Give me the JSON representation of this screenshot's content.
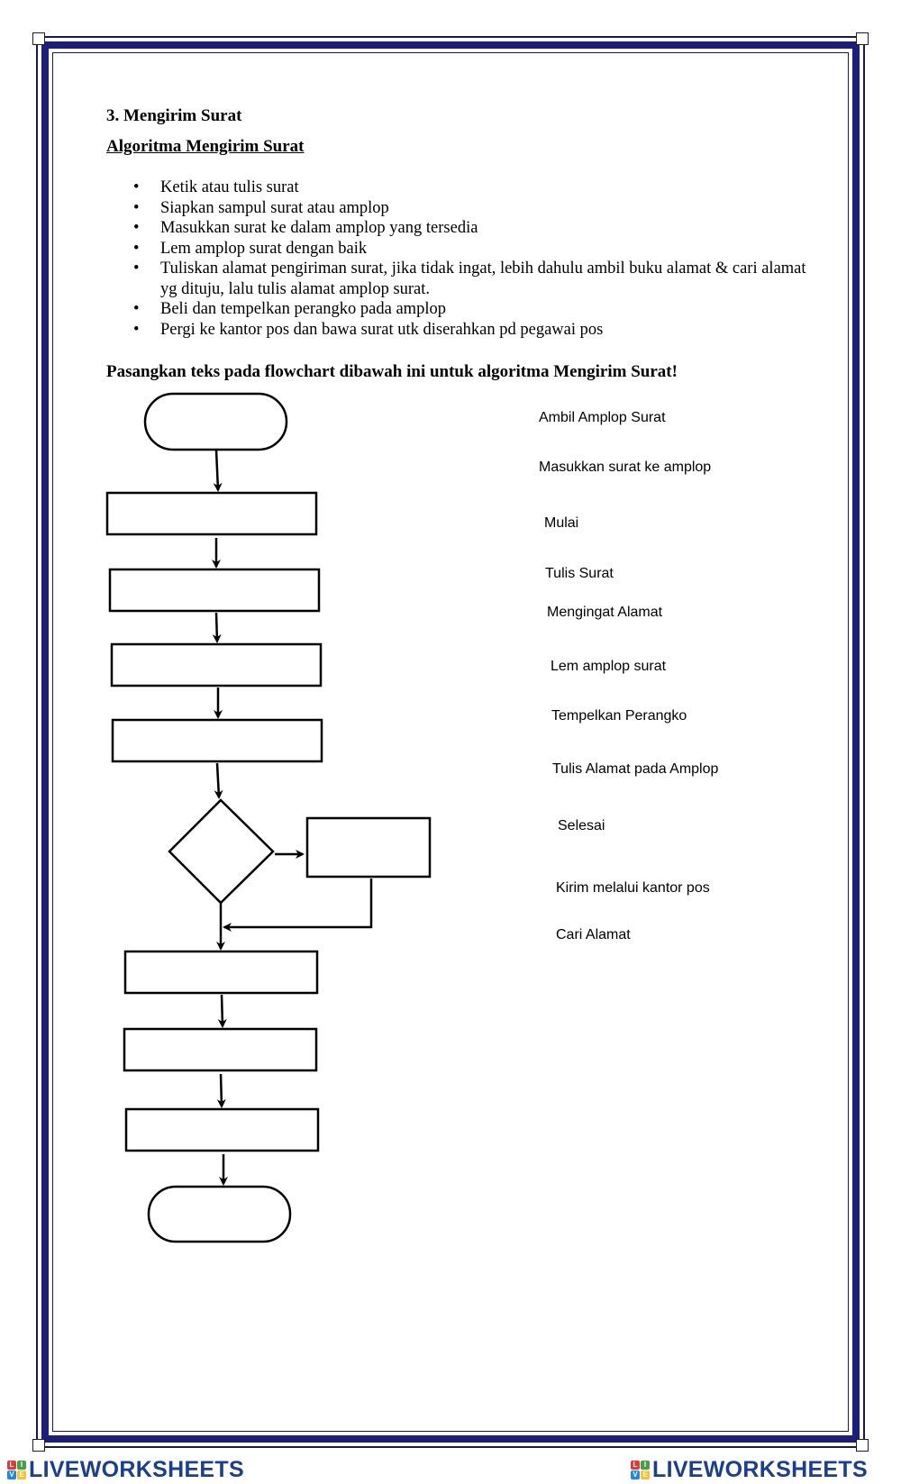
{
  "worksheet": {
    "title": "3. Mengirim Surat",
    "subtitle": "Algoritma Mengirim Surat",
    "steps": [
      "Ketik atau tulis surat",
      "Siapkan sampul surat atau amplop",
      "Masukkan surat ke dalam amplop yang tersedia",
      "Lem amplop surat dengan baik",
      "Tuliskan alamat pengiriman surat, jika tidak ingat, lebih dahulu ambil buku alamat & cari alamat yg dituju, lalu tulis alamat amplop surat.",
      "Beli dan tempelkan perangko pada amplop",
      "Pergi ke kantor pos dan bawa surat  utk diserahkan pd pegawai pos"
    ],
    "instruction": "Pasangkan teks pada flowchart dibawah ini untuk algoritma Mengirim Surat!"
  },
  "options": [
    "Ambil Amplop Surat",
    "Masukkan surat ke amplop",
    "Mulai",
    "Tulis Surat",
    "Mengingat Alamat",
    "Lem amplop surat",
    "Tempelkan Perangko",
    "Tulis Alamat pada Amplop",
    "Selesai",
    "Kirim melalui kantor pos",
    "Cari Alamat"
  ],
  "branding": {
    "logo_text": "LIVEWORKSHEETS",
    "logo_letters": [
      "L",
      "I",
      "V",
      "E"
    ],
    "logo_colors": [
      "#e53935",
      "#43a047",
      "#1e88e5",
      "#fbc02d"
    ]
  }
}
